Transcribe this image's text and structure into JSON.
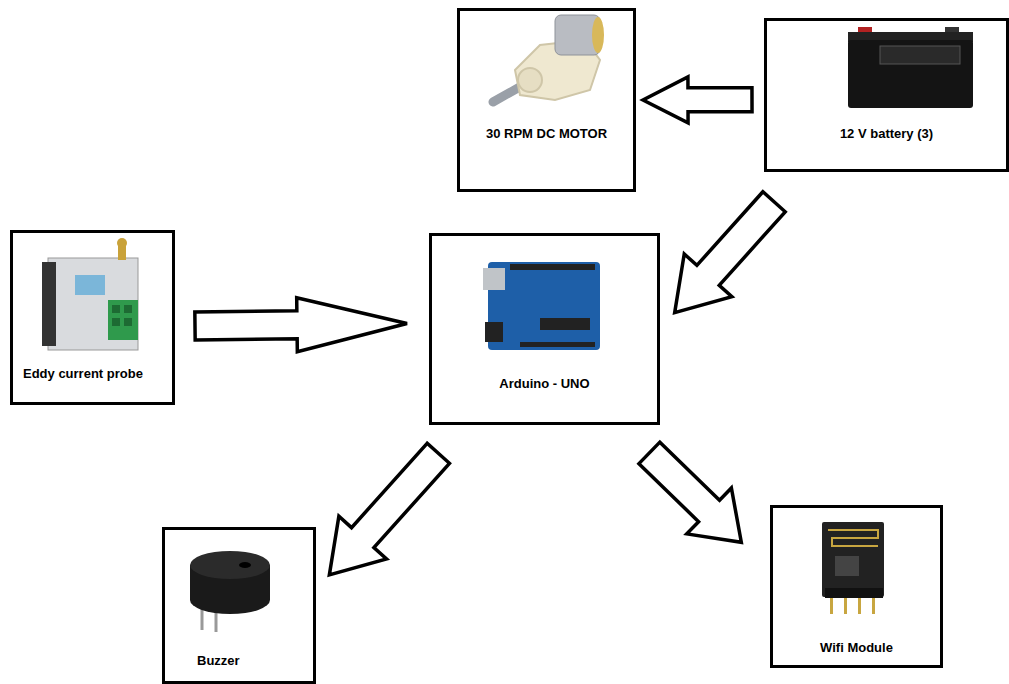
{
  "diagram": {
    "nodes": [
      {
        "text": [
          "30 RPM DC MOTOR"
        ]
      },
      {
        "text": [
          "12 V battery (3)"
        ]
      },
      {
        "text": [
          "Eddy current probe"
        ]
      },
      {
        "text": [
          "Arduino - UNO"
        ]
      },
      {
        "text": [
          "Buzzer"
        ]
      },
      {
        "text": [
          "Wifi Module"
        ]
      }
    ],
    "edges": [
      {
        "from": 1,
        "to": 0,
        "arrow": "to"
      },
      {
        "from": 1,
        "to": 3,
        "arrow": "to"
      },
      {
        "from": 2,
        "to": 3,
        "arrow": "to"
      },
      {
        "from": 3,
        "to": 4,
        "arrow": "to"
      },
      {
        "from": 3,
        "to": 5,
        "arrow": "to"
      }
    ]
  }
}
